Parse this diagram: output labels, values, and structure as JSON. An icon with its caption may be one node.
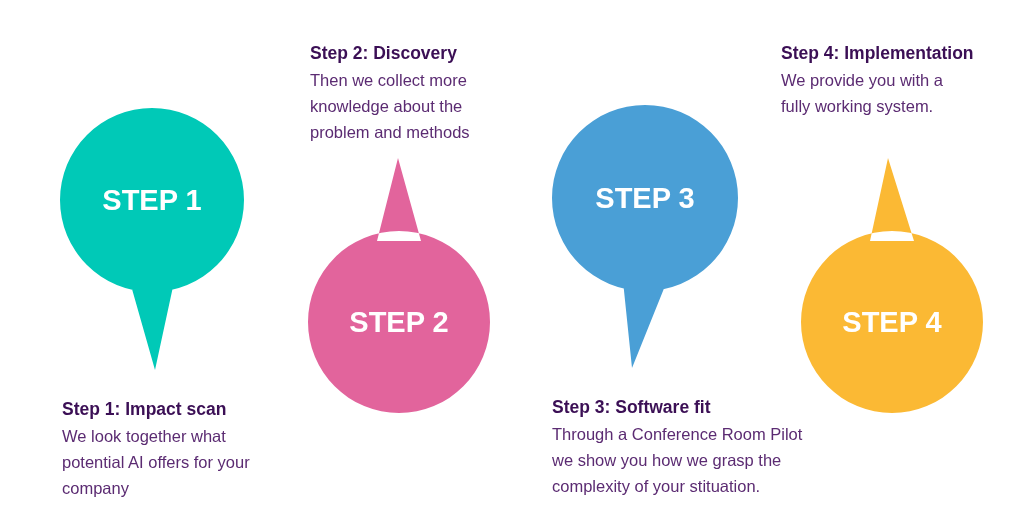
{
  "diagram": {
    "nodes": [
      {
        "text": [
          "STEP 1"
        ],
        "beside": [
          "Step 1: Impact scan",
          "We look together what potential AI offers for your company"
        ]
      },
      {
        "text": [
          "STEP 2"
        ],
        "beside": [
          "Step 2: Discovery",
          "Then we collect more knowledge about the problem and methods"
        ]
      },
      {
        "text": [
          "STEP 3"
        ],
        "beside": [
          "Step 3: Software fit",
          "Through a Conference Room Pilot we show you how we grasp the complexity of your stituation."
        ]
      },
      {
        "text": [
          "STEP 4"
        ],
        "beside": [
          "Step 4: Implementation",
          "We provide you with a fully working system."
        ]
      }
    ]
  }
}
